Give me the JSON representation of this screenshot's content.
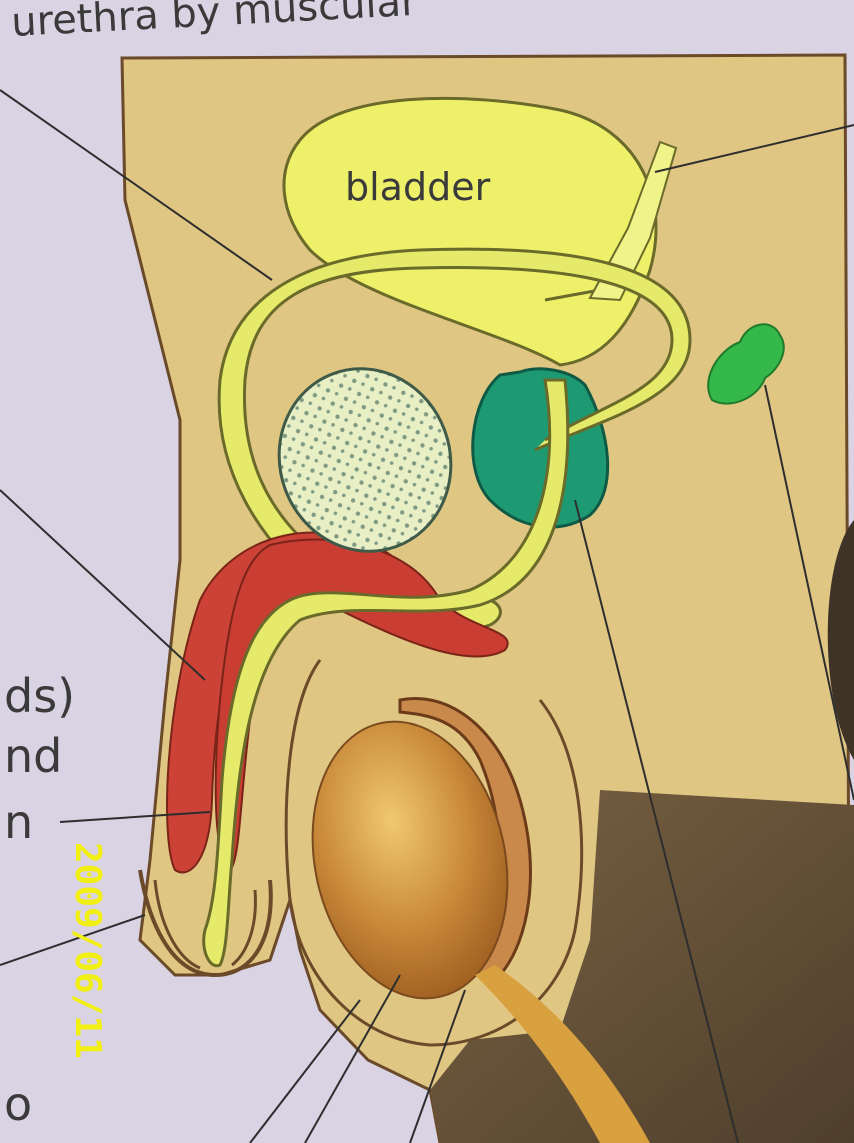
{
  "header_text": "urethra by muscular",
  "labels": {
    "bladder": "bladder",
    "left_fragment_1": "ds)",
    "left_fragment_2": "nd",
    "left_fragment_3": "n",
    "left_fragment_4": "o"
  },
  "timestamp": "2009/06/11",
  "colors": {
    "background_paper": "#d9d3e4",
    "body_tan": "#e0c683",
    "bladder_yellow": "#eef06a",
    "urethra_yellow": "#e6ea6a",
    "erectile_red": "#cc4236",
    "prostate_green": "#1e9a72",
    "seminal_vesicle_green": "#35b84a",
    "testis_brown": "#c27a2e",
    "stamp_yellow": "#f2ef12"
  }
}
